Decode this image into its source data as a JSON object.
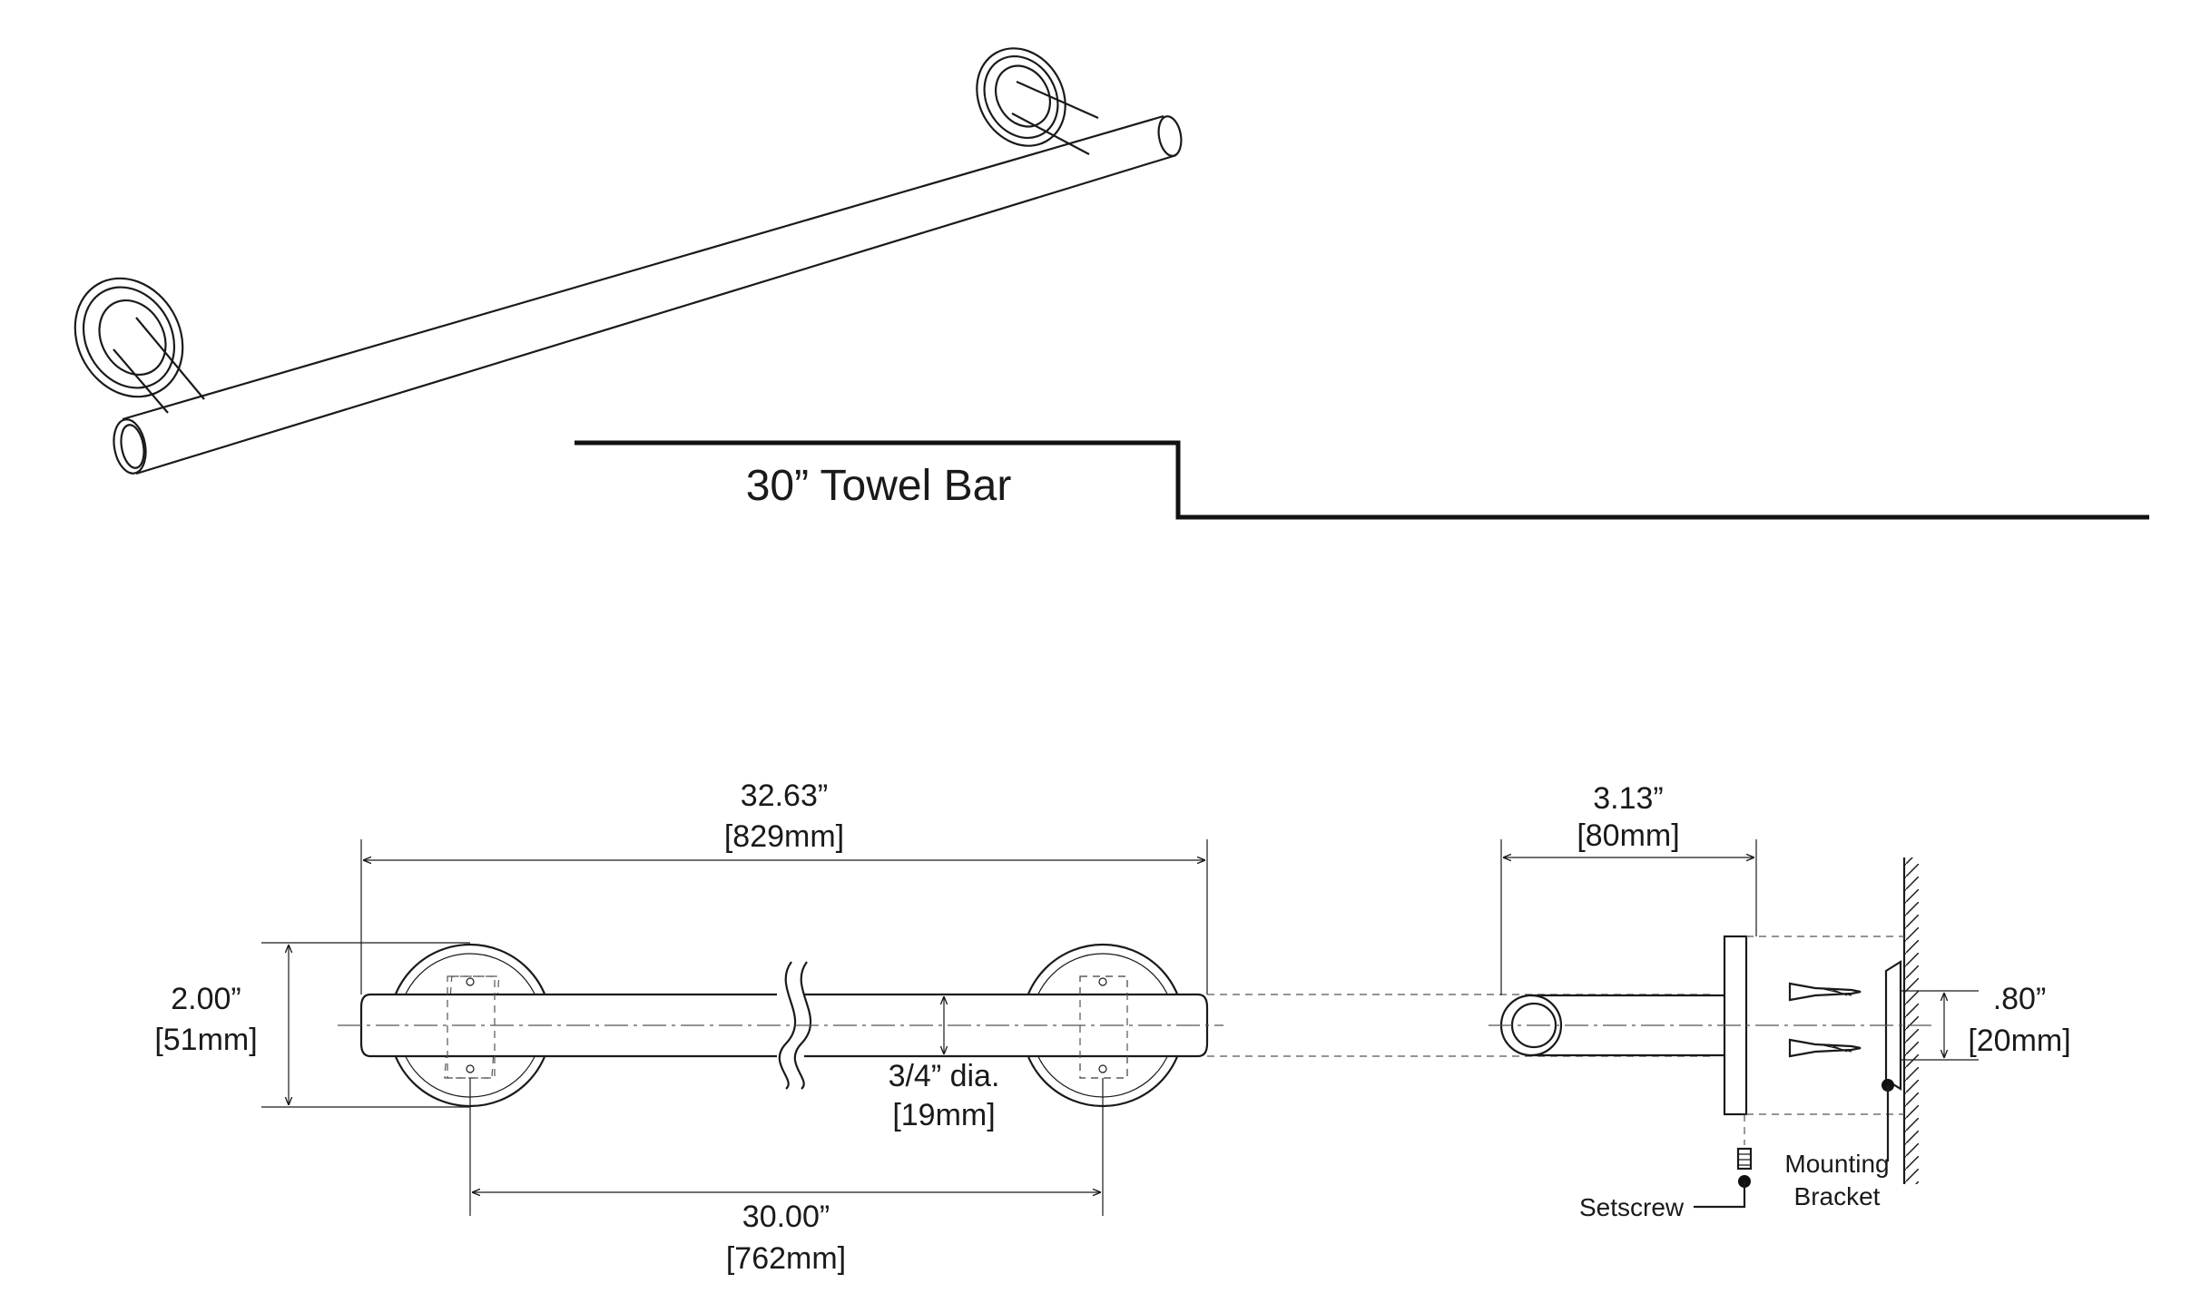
{
  "title": "30”  Towel Bar",
  "dimensions": {
    "overall_length": {
      "imperial": "32.63”",
      "metric": "[829mm]"
    },
    "post_center_spacing": {
      "imperial": "30.00”",
      "metric": "[762mm]"
    },
    "flange_diameter": {
      "imperial": "2.00”",
      "metric": "[51mm]"
    },
    "bar_diameter": {
      "imperial": "3/4” dia.",
      "metric": "[19mm]"
    },
    "projection": {
      "imperial": "3.13”",
      "metric": "[80mm]"
    },
    "bracket_height": {
      "imperial": ".80”",
      "metric": "[20mm]"
    }
  },
  "callouts": {
    "setscrew": "Setscrew",
    "mounting_bracket_line1": "Mounting",
    "mounting_bracket_line2": "Bracket"
  }
}
